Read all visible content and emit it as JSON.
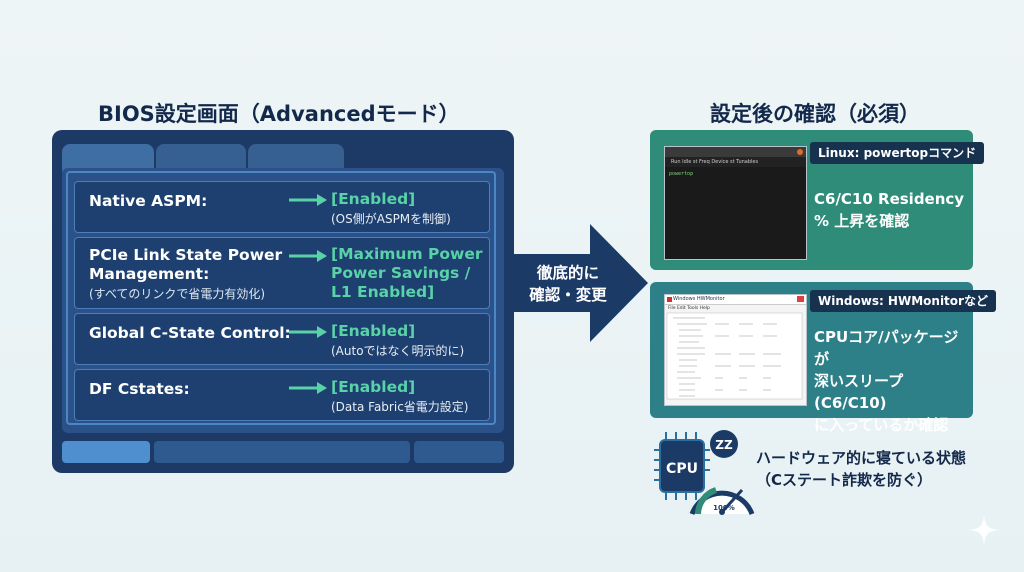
{
  "left": {
    "title": "BIOS設定画面（Advancedモード）",
    "rows": [
      {
        "name": "Native ASPM:",
        "sub": "",
        "value": "[Enabled]",
        "note": "(OS側がASPMを制御)"
      },
      {
        "name": "PCIe Link State Power\nManagement:",
        "sub": "(すべてのリンクで省電力有効化)",
        "value": "[Maximum Power\nPower Savings /\nL1 Enabled]",
        "note": ""
      },
      {
        "name": "Global C-State Control:",
        "sub": "",
        "value": "[Enabled]",
        "note": "(Autoではなく明示的に)"
      },
      {
        "name": "DF Cstates:",
        "sub": "",
        "value": "[Enabled]",
        "note": "(Data Fabric省電力設定)"
      }
    ]
  },
  "center": {
    "arrow_text": "徹底的に\n確認・変更"
  },
  "right": {
    "title": "設定後の確認（必須）",
    "linux": {
      "label": "Linux: powertopコマンド",
      "desc": "C6/C10 Residency\n% 上昇を確認",
      "term_tabs": "Run   Idle st   Freq   Device st   Tunables",
      "term_prompt": "powertop"
    },
    "windows": {
      "label": "Windows: HWMonitorなど",
      "desc": "CPUコア/パッケージが\n深いスリープ (C6/C10)\nに入っているか確認",
      "app_title": "Windows HWMonitor",
      "menu": "File  Edit  Tools  Help"
    },
    "cpu": {
      "chip": "CPU",
      "zz": "ZZ",
      "gauge": "100%",
      "text": "ハードウェア的に寝ている状態\n（Cステート詐欺を防ぐ）"
    }
  },
  "colors": {
    "bios_bg": "#1d3a66",
    "accent_green": "#59d2a8",
    "card_linux": "#2e8c79",
    "card_windows": "#2d7f88"
  }
}
